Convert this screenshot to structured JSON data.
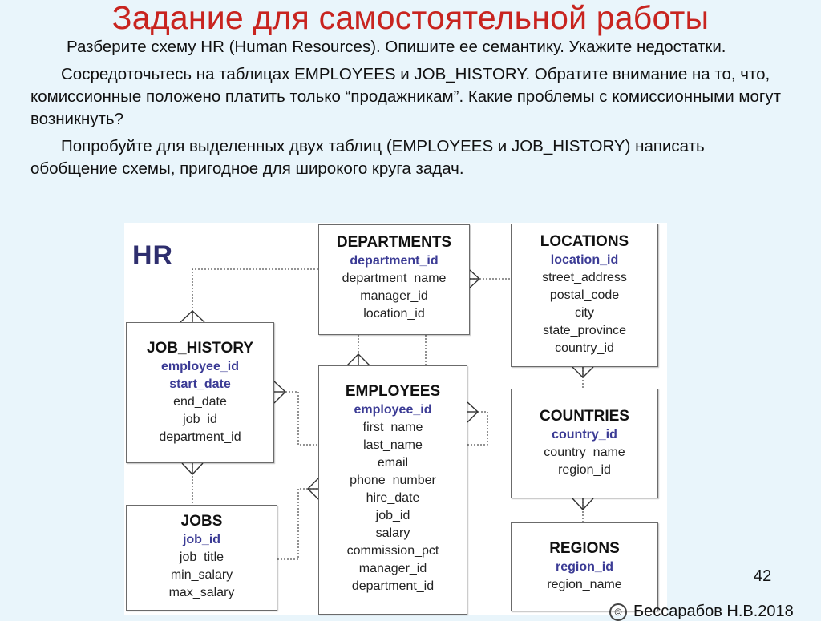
{
  "slide": {
    "title": "Задание для самостоятельной работы",
    "paragraphs": [
      "Разберите схему HR (Human Resources). Опишите ее семантику. Укажите недостатки.",
      "Сосредоточьтесь на таблицах EMPLOYEES и JOB_HISTORY. Обратите внимание на то, что, комиссионные положено платить только “продажникам”. Какие проблемы с комиссионными могут возникнуть?",
      "Попробуйте для выделенных двух таблиц (EMPLOYEES и JOB_HISTORY) написать обобщение схемы, пригодное для широкого круга задач."
    ],
    "page_number": "42",
    "copyright_icon": "©",
    "copyright_text": "Бессарабов Н.В.2018"
  },
  "diagram": {
    "label": "HR",
    "colors": {
      "title": "#c8241f",
      "pk_field": "#3b3b95",
      "hr_label": "#2e2e6e",
      "background": "#e9f5fb"
    },
    "tables": {
      "departments": {
        "name": "DEPARTMENTS",
        "fields": [
          "department_id",
          "department_name",
          "manager_id",
          "location_id"
        ],
        "pk": [
          "department_id"
        ]
      },
      "locations": {
        "name": "LOCATIONS",
        "fields": [
          "location_id",
          "street_address",
          "postal_code",
          "city",
          "state_province",
          "country_id"
        ],
        "pk": [
          "location_id"
        ]
      },
      "job_history": {
        "name": "JOB_HISTORY",
        "fields": [
          "employee_id",
          "start_date",
          "end_date",
          "job_id",
          "department_id"
        ],
        "pk": [
          "employee_id",
          "start_date"
        ]
      },
      "employees": {
        "name": "EMPLOYEES",
        "fields": [
          "employee_id",
          "first_name",
          "last_name",
          "email",
          "phone_number",
          "hire_date",
          "job_id",
          "salary",
          "commission_pct",
          "manager_id",
          "department_id"
        ],
        "pk": [
          "employee_id"
        ]
      },
      "countries": {
        "name": "COUNTRIES",
        "fields": [
          "country_id",
          "country_name",
          "region_id"
        ],
        "pk": [
          "country_id"
        ]
      },
      "jobs": {
        "name": "JOBS",
        "fields": [
          "job_id",
          "job_title",
          "min_salary",
          "max_salary"
        ],
        "pk": [
          "job_id"
        ]
      },
      "regions": {
        "name": "REGIONS",
        "fields": [
          "region_id",
          "region_name"
        ],
        "pk": [
          "region_id"
        ]
      }
    }
  }
}
